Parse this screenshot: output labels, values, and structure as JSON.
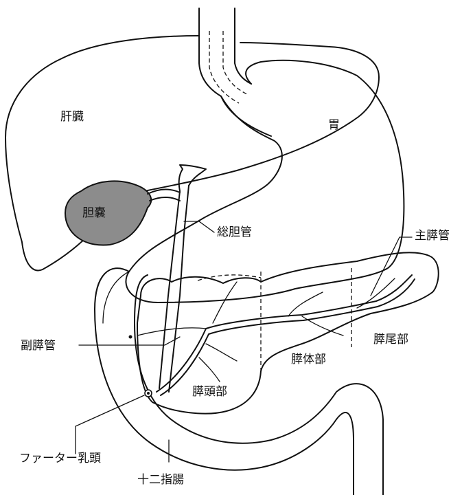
{
  "labels": {
    "liver": "肝臓",
    "stomach": "胃",
    "gallbladder": "胆嚢",
    "common_bile_duct": "総胆管",
    "main_pancreatic_duct": "主膵管",
    "accessory_pancreatic_duct": "副膵管",
    "pancreas_tail": "膵尾部",
    "pancreas_body": "膵体部",
    "pancreas_head": "膵頭部",
    "papilla_of_vater": "ファーター乳頭",
    "duodenum": "十二指腸"
  },
  "colors": {
    "outline": "#111111",
    "gallbladder_fill": "#8c8c8c",
    "background": "#ffffff"
  }
}
